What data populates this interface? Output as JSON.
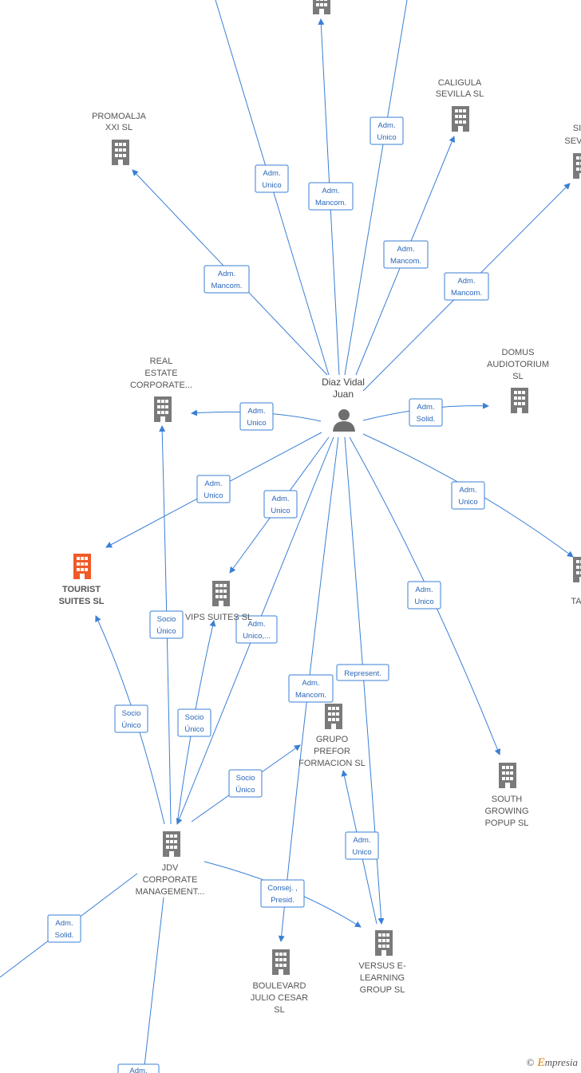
{
  "person": {
    "label": [
      "Diaz Vidal",
      "Juan"
    ]
  },
  "companies": {
    "top_center": [],
    "promoalja": [
      "PROMOALJA",
      "XXI  SL"
    ],
    "caligula": [
      "CALIGULA",
      "SEVILLA  SL"
    ],
    "sevilla_right": [
      "SI",
      "SEVIL"
    ],
    "real_estate": [
      "REAL",
      "ESTATE",
      "CORPORATE..."
    ],
    "domus": [
      "DOMUS",
      "AUDIOTORIUM",
      "SL"
    ],
    "tourist": [
      "TOURIST",
      "SUITES  SL"
    ],
    "vips": [
      "VIPS SUITES  SL"
    ],
    "right_mid": [
      "TA"
    ],
    "grupo": [
      "GRUPO",
      "PREFOR",
      "FORMACION  SL"
    ],
    "south": [
      "SOUTH",
      "GROWING",
      "POPUP  SL"
    ],
    "jdv": [
      "JDV",
      "CORPORATE",
      "MANAGEMENT..."
    ],
    "boulevard": [
      "BOULEVARD",
      "JULIO CESAR",
      "SL"
    ],
    "versus": [
      "VERSUS E-",
      "LEARNING",
      "GROUP  SL"
    ]
  },
  "edge_labels": {
    "e1": [
      "Adm.",
      "Unico"
    ],
    "e2": [
      "Adm.",
      "Mancom."
    ],
    "e3": [
      "Adm.",
      "Unico"
    ],
    "e4": [
      "Adm.",
      "Mancom."
    ],
    "e5": [
      "Adm.",
      "Mancom."
    ],
    "e6": [
      "Adm.",
      "Mancom."
    ],
    "e7": [
      "Adm.",
      "Unico"
    ],
    "e8": [
      "Adm.",
      "Solid."
    ],
    "e9": [
      "Adm.",
      "Unico"
    ],
    "e10": [
      "Adm.",
      "Unico"
    ],
    "e11": [
      "Adm.",
      "Unico"
    ],
    "e12": [
      "Adm.",
      "Unico"
    ],
    "e13": [
      "Adm.",
      "Unico,..."
    ],
    "e14": [
      "Adm.",
      "Mancom."
    ],
    "e15": [
      "Represent."
    ],
    "e16": [
      "Socio",
      "Único"
    ],
    "e17": [
      "Socio",
      "Único"
    ],
    "e18": [
      "Socio",
      "Único"
    ],
    "e19": [
      "Socio",
      "Único"
    ],
    "e20": [
      "Adm.",
      "Unico"
    ],
    "e21": [
      "Consej. ,",
      "Presid."
    ],
    "e22": [
      "Adm.",
      "Solid."
    ],
    "e23": [
      "Adm."
    ]
  },
  "colors": {
    "edge": "#3a7fd5",
    "building": "#7a7a7a",
    "highlight": "#f05a28",
    "person": "#6e6e6e"
  },
  "icons": {
    "company": "building-icon",
    "person": "person-icon"
  },
  "watermark": {
    "copyright": "©",
    "brand_initial": "E",
    "brand_rest": "mpresia"
  }
}
